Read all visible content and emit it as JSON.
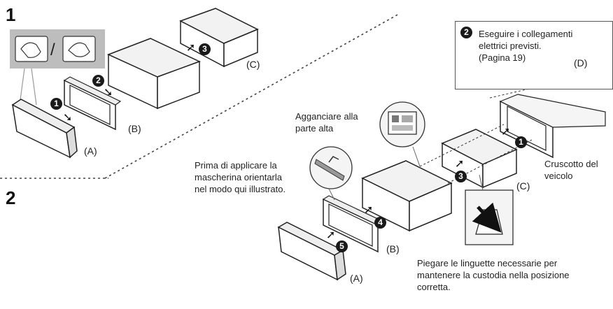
{
  "steps": {
    "step1_number": "1",
    "step2_number": "2"
  },
  "labels": {
    "a_top": "(A)",
    "b_top": "(B)",
    "c_top": "(C)",
    "a_bottom": "(A)",
    "b_bottom": "(B)",
    "c_bottom": "(C)",
    "d": "(D)"
  },
  "notes": {
    "hook_top": "Agganciare alla\nparte alta",
    "orient_faceplate": "Prima di applicare la\nmascherina orientarla\nnel modo qui illustrato.",
    "connections": "Eseguire i collegamenti\nelettrici previsti.\n(Pagina 19)",
    "dashboard": "Cruscotto del\nveicolo",
    "bend_tabs": "Piegare le linguette necessarie per\nmantenere la custodia nella posizione\ncorretta."
  },
  "badges": {
    "one": "1",
    "two": "2",
    "three": "3",
    "four": "4",
    "five": "5"
  },
  "icons": {
    "slash": "/",
    "arrow": "➘",
    "arrow_right": "➚"
  }
}
